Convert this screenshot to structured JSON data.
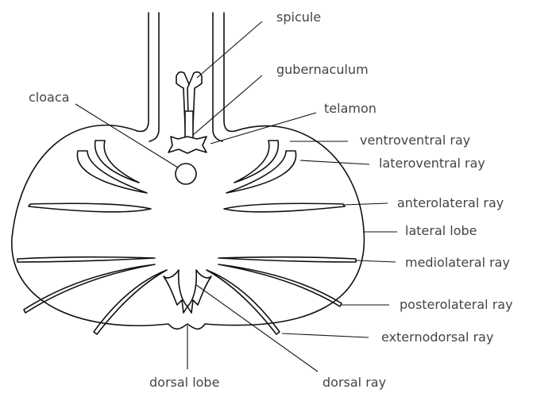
{
  "labels": {
    "spicule": "spicule",
    "gubernaculum": "gubernaculum",
    "telamon": "telamon",
    "cloaca": "cloaca",
    "ventroventral_ray": "ventroventral ray",
    "lateroventral_ray": "lateroventral ray",
    "anterolateral_ray": "anterolateral ray",
    "lateral_lobe": "lateral lobe",
    "mediolateral_ray": "mediolateral ray",
    "posterolateral_ray": "posterolateral ray",
    "externodorsal_ray": "externodorsal ray",
    "dorsal_lobe": "dorsal lobe",
    "dorsal_ray": "dorsal ray"
  }
}
